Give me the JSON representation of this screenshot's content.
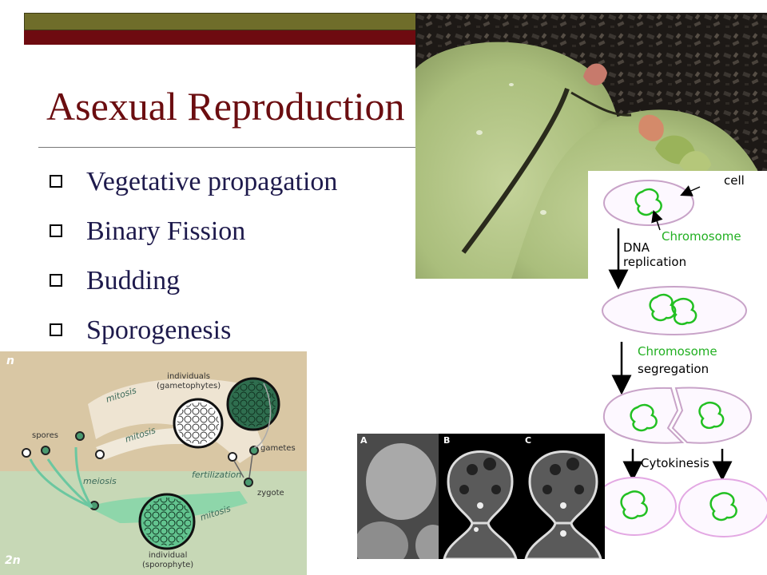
{
  "slide": {
    "title": "Asexual Reproduction",
    "bullets": [
      "Vegetative propagation",
      "Binary Fission",
      "Budding",
      "Sporogenesis"
    ]
  },
  "fission_diagram": {
    "cell": "cell",
    "chromosome": "Chromosome",
    "dna_replication_1": "DNA",
    "dna_replication_2": "replication",
    "segregation_1": "Chromosome",
    "segregation_2": "segregation",
    "cytokinesis": "Cytokinesis"
  },
  "life_cycle": {
    "n": "n",
    "two_n": "2n",
    "individuals_1": "individuals",
    "individuals_2": "(gametophytes)",
    "mitosis_top": "mitosis",
    "mitosis_mid": "mitosis",
    "mitosis_bottom": "mitosis",
    "spores": "spores",
    "gametes": "gametes",
    "meiosis": "meiosis",
    "fertilization": "fertilization",
    "zygote": "zygote",
    "individual_1": "individual",
    "individual_2": "(sporophyte)"
  },
  "micrographs": {
    "labels": [
      "A",
      "B",
      "C"
    ]
  },
  "colors": {
    "title": "#6b0d10",
    "bullet_text": "#1e1a4c",
    "bar_olive": "#6f6d2a",
    "bar_maroon": "#6e0b10",
    "chromosome_green": "#22c022",
    "haploid_bg": "#d9c7a4",
    "diploid_bg": "#c7d8b6"
  }
}
